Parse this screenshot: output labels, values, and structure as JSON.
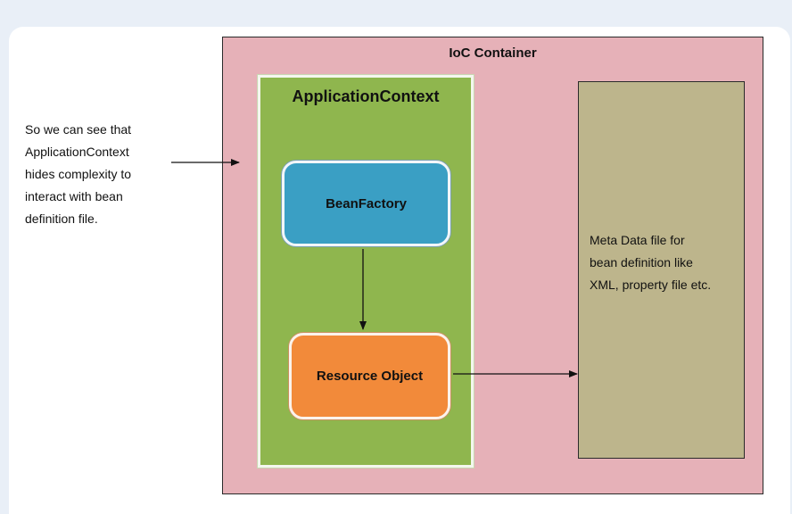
{
  "side_note": "So we can see that\nApplicationContext\nhides complexity to\ninteract with bean\ndefinition file.",
  "ioc_container": {
    "title": "IoC Container"
  },
  "application_context": {
    "title": "ApplicationContext"
  },
  "bean_factory": {
    "label": "BeanFactory"
  },
  "resource_object": {
    "label": "Resource Object"
  },
  "meta_data": {
    "text": "Meta Data file for\nbean definition like\nXML, property file etc."
  },
  "colors": {
    "ioc_fill": "#e6b1b8",
    "app_context_fill": "#8fb64e",
    "bean_factory_fill": "#3a9fc4",
    "resource_fill": "#f28a3a",
    "meta_fill": "#bdb58c"
  }
}
